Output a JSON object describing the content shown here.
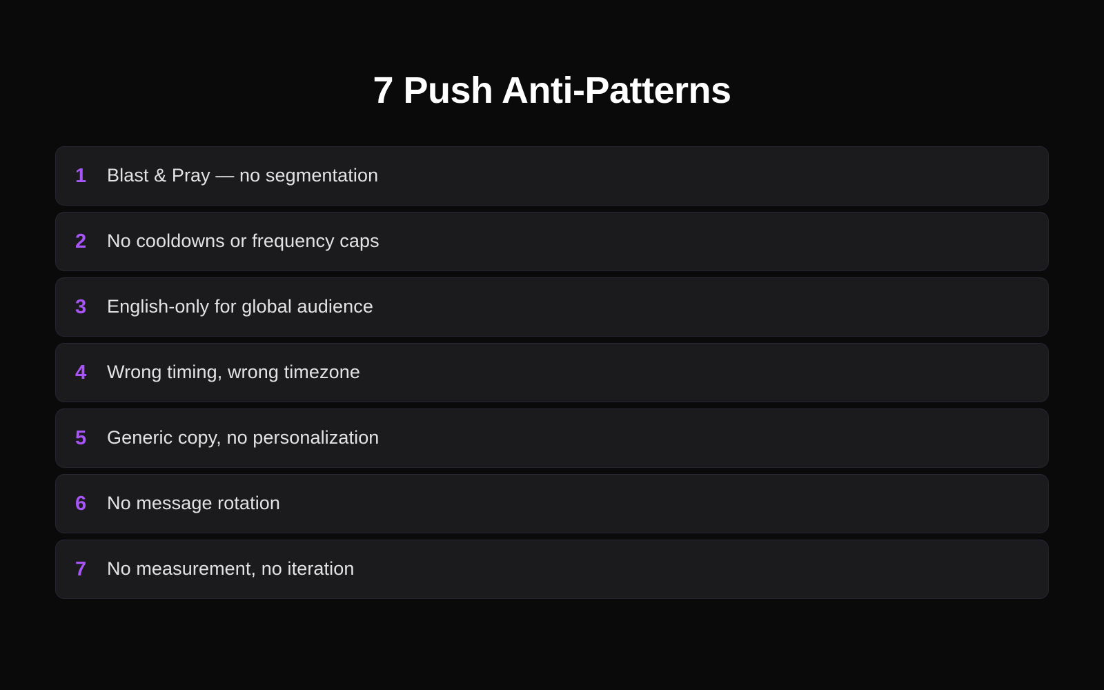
{
  "theme": {
    "background": "#0a0a0b",
    "row_background": "#1b1b1d",
    "row_border": "#262430",
    "accent": "#a855f7",
    "title_color": "#ffffff",
    "label_color": "#e3e3e6"
  },
  "header": {
    "title": "7 Push Anti-Patterns"
  },
  "list": {
    "items": [
      {
        "number": "1",
        "label": "Blast & Pray — no segmentation"
      },
      {
        "number": "2",
        "label": "No cooldowns or frequency caps"
      },
      {
        "number": "3",
        "label": "English-only for global audience"
      },
      {
        "number": "4",
        "label": "Wrong timing, wrong timezone"
      },
      {
        "number": "5",
        "label": "Generic copy, no personalization"
      },
      {
        "number": "6",
        "label": "No message rotation"
      },
      {
        "number": "7",
        "label": "No measurement, no iteration"
      }
    ]
  }
}
